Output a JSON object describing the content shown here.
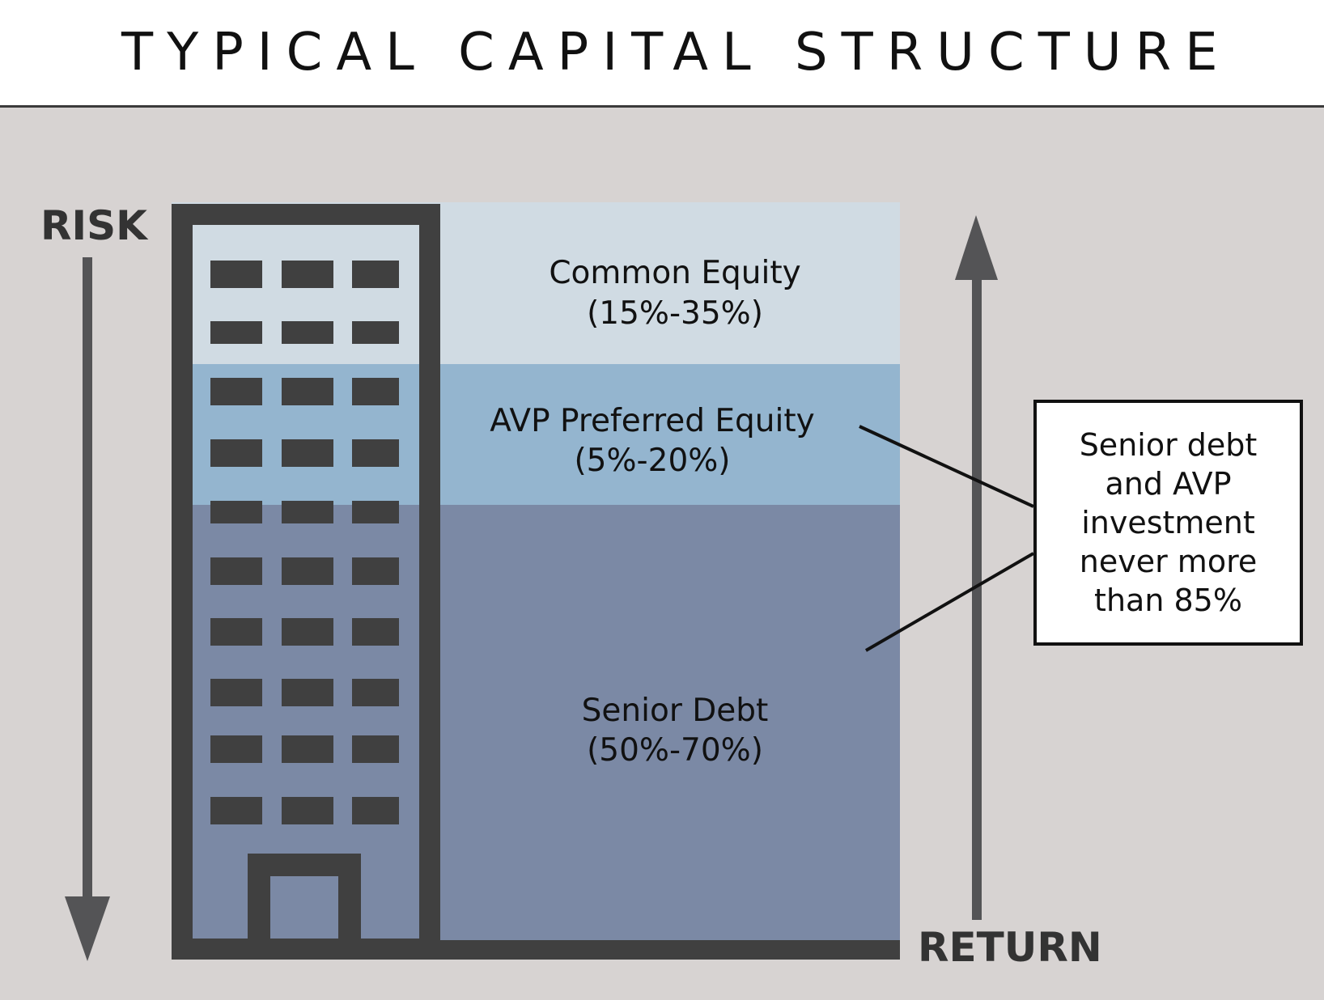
{
  "title": "TYPICAL CAPITAL STRUCTURE",
  "axes": {
    "risk_label": "RISK",
    "return_label": "RETURN"
  },
  "layers": [
    {
      "name": "Common Equity",
      "range": "(15%-35%)",
      "color": "#d0dbe3"
    },
    {
      "name": "AVP Preferred Equity",
      "range": "(5%-20%)",
      "color": "#94b5cf"
    },
    {
      "name": "Senior Debt",
      "range": "(50%-70%)",
      "color": "#7b89a5"
    }
  ],
  "callout": {
    "text": "Senior debt and AVP investment never more than 85%"
  },
  "colors": {
    "background": "#d7d3d2",
    "building_outline": "#404040",
    "arrow": "#545456"
  }
}
